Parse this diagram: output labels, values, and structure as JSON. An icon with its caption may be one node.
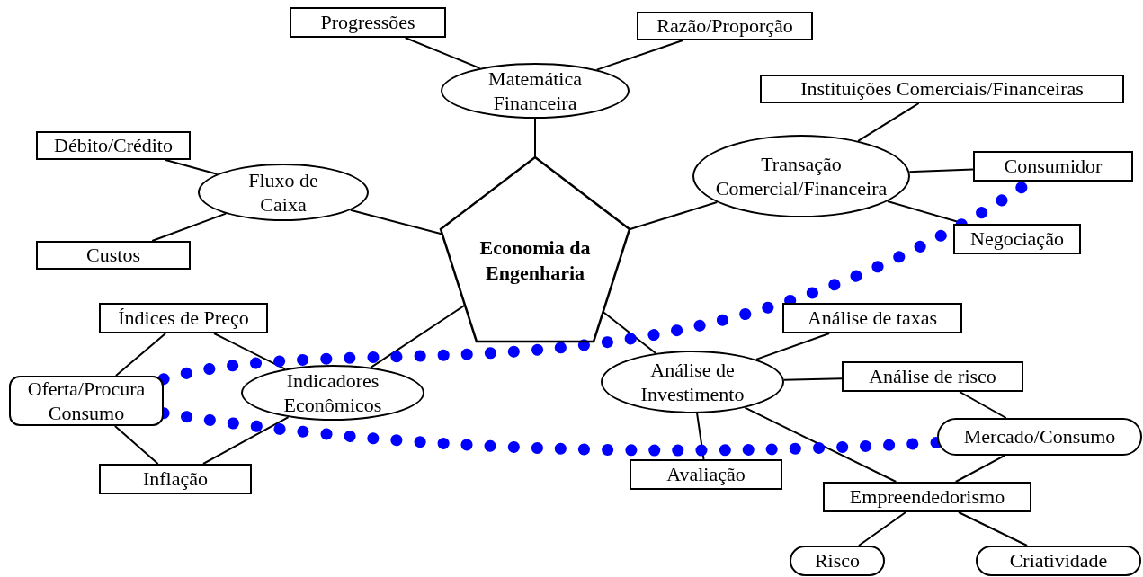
{
  "diagram": {
    "nodes": [
      {
        "text": [
          "Progressões"
        ]
      },
      {
        "text": [
          "Razão/Proporção"
        ]
      },
      {
        "text": [
          "Matemática Financeira"
        ]
      },
      {
        "text": [
          "Instituições Comerciais/Financeiras"
        ]
      },
      {
        "text": [
          "Débito/Crédito"
        ]
      },
      {
        "text": [
          "Fluxo de Caixa"
        ]
      },
      {
        "text": [
          "Transação Comercial/Financeira"
        ]
      },
      {
        "text": [
          "Consumidor"
        ]
      },
      {
        "text": [
          "Economia da Engenharia"
        ]
      },
      {
        "text": [
          "Custos"
        ]
      },
      {
        "text": [
          "Negociação"
        ]
      },
      {
        "text": [
          "Índices de Preço"
        ]
      },
      {
        "text": [
          "Análise de taxas"
        ]
      },
      {
        "text": [
          "Oferta/Procura Consumo"
        ]
      },
      {
        "text": [
          "Indicadores Econômicos"
        ]
      },
      {
        "text": [
          "Análise de Investimento"
        ]
      },
      {
        "text": [
          "Análise de risco"
        ]
      },
      {
        "text": [
          "Mercado/Consumo"
        ]
      },
      {
        "text": [
          "Avaliação"
        ]
      },
      {
        "text": [
          "Inflação"
        ]
      },
      {
        "text": [
          "Empreendedorismo"
        ]
      },
      {
        "text": [
          "Risco"
        ]
      },
      {
        "text": [
          "Criatividade"
        ]
      }
    ],
    "edges": [
      {
        "from": 2,
        "to": 0,
        "arrow": "none"
      },
      {
        "from": 2,
        "to": 1,
        "arrow": "none"
      },
      {
        "from": 2,
        "to": 8,
        "arrow": "none"
      },
      {
        "from": 5,
        "to": 4,
        "arrow": "none"
      },
      {
        "from": 5,
        "to": 9,
        "arrow": "none"
      },
      {
        "from": 5,
        "to": 8,
        "arrow": "none"
      },
      {
        "from": 6,
        "to": 3,
        "arrow": "none"
      },
      {
        "from": 6,
        "to": 7,
        "arrow": "none"
      },
      {
        "from": 6,
        "to": 10,
        "arrow": "none"
      },
      {
        "from": 6,
        "to": 8,
        "arrow": "none"
      },
      {
        "from": 8,
        "to": 14,
        "arrow": "none"
      },
      {
        "from": 8,
        "to": 15,
        "arrow": "none"
      },
      {
        "from": 14,
        "to": 11,
        "arrow": "none"
      },
      {
        "from": 14,
        "to": 19,
        "arrow": "none"
      },
      {
        "from": 13,
        "to": 11,
        "arrow": "none"
      },
      {
        "from": 13,
        "to": 19,
        "arrow": "none"
      },
      {
        "from": 15,
        "to": 12,
        "arrow": "none"
      },
      {
        "from": 15,
        "to": 16,
        "arrow": "none"
      },
      {
        "from": 15,
        "to": 18,
        "arrow": "none"
      },
      {
        "from": 15,
        "to": 20,
        "arrow": "none"
      },
      {
        "from": 16,
        "to": 17,
        "arrow": "none"
      },
      {
        "from": 17,
        "to": 20,
        "arrow": "none"
      },
      {
        "from": 20,
        "to": 21,
        "arrow": "none"
      },
      {
        "from": 20,
        "to": 22,
        "arrow": "none"
      },
      {
        "from": 13,
        "to": 7,
        "arrow": "none",
        "style": "dashed",
        "color": "#0000ff"
      },
      {
        "from": 13,
        "to": 17,
        "arrow": "none",
        "style": "dashed",
        "color": "#0000ff"
      }
    ]
  }
}
